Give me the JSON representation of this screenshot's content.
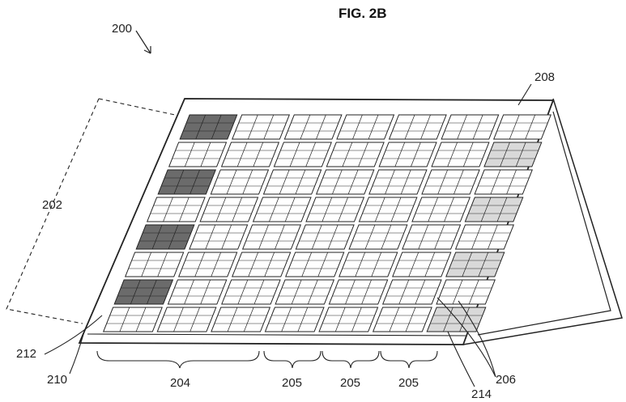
{
  "figure": {
    "title": "FIG. 2B",
    "labels": {
      "l200": "200",
      "l202": "202",
      "l204": "204",
      "l205a": "205",
      "l205b": "205",
      "l205c": "205",
      "l206": "206",
      "l208": "208",
      "l210": "210",
      "l212": "212",
      "l214": "214"
    },
    "grid": {
      "rows": 8,
      "cells_per_row": 7
    },
    "colors": {
      "line": "#222222",
      "cell_fill": "#ffffff",
      "dark_cell": "#6b6b6b",
      "hatched_cell": "#d9d9d9"
    }
  }
}
